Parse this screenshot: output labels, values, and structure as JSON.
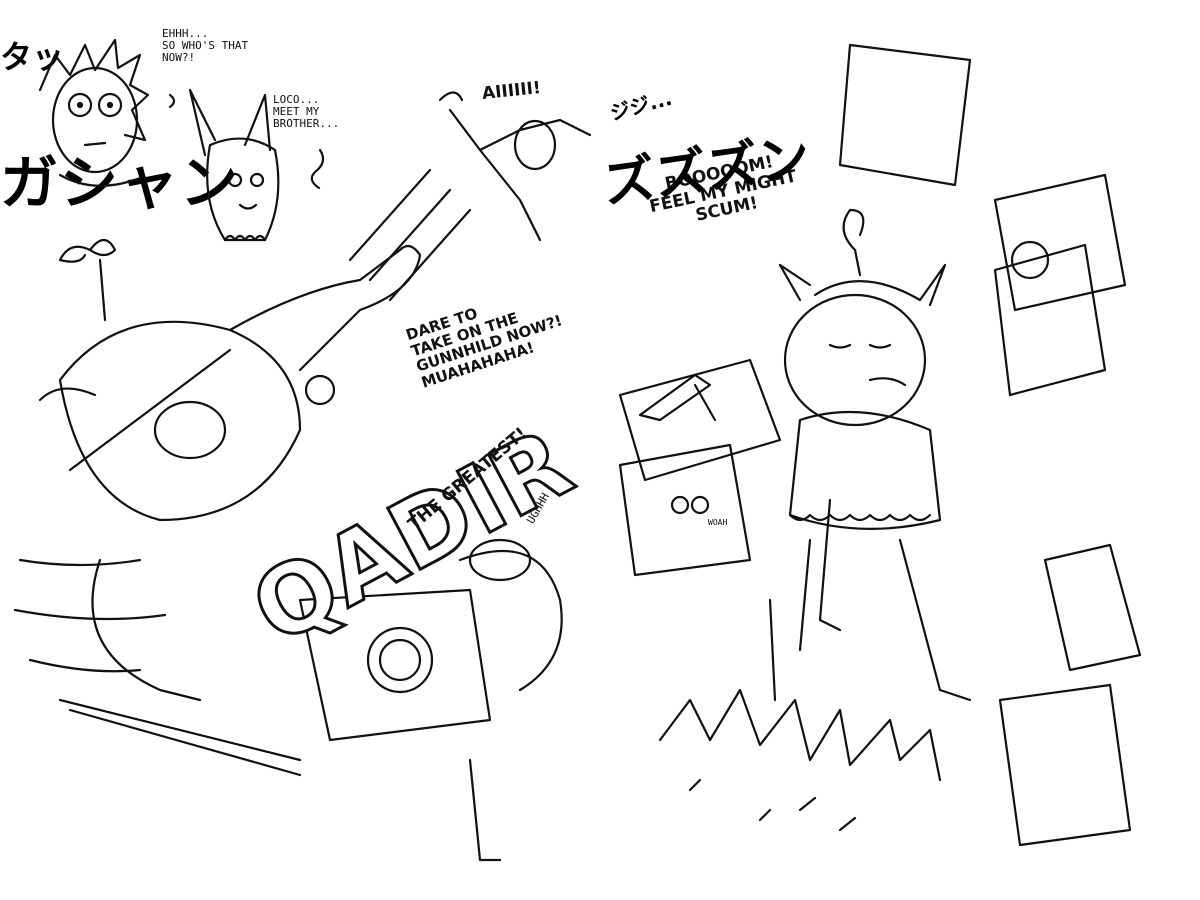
{
  "left_page": {
    "bubble_loco": "EHHH...\nSo WHO'S THAT\nNOW?!",
    "bubble_bunny": "LOCO...\nMEET MY\nBROTHER...",
    "bubble_flyer": "Aiiiiii!",
    "sfx_ta": "タッ",
    "bubble_gunnhild": "DARE TO\nTAKE ON THE\nGUNNHILD NOW?!\nMUAHAHAHA!",
    "sign_name": "QADIR",
    "sign_caption": "THE GREATEST!",
    "bubble_groan": "UGHHH",
    "sfx_gashan": "ガシャン"
  },
  "right_page": {
    "bubble_boom": "BOOOOOM!\nFEEL MY MIGHT\nSCUM!",
    "sfx_jiji": "ジジ...",
    "bubble_woah": "WOAH",
    "sfx_zuzuzun": "ズズズン"
  },
  "colors": {
    "ink": "#111111",
    "paper": "#ffffff"
  }
}
